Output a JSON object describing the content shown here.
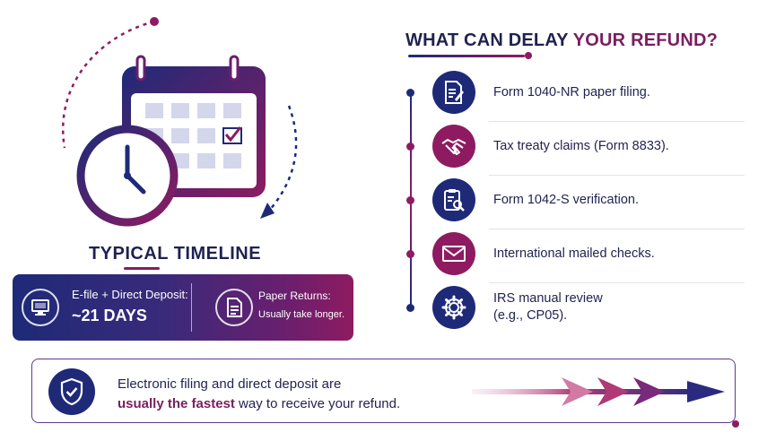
{
  "timeline": {
    "title_part1": "TYPIC",
    "title_part2": "AL TIMELINE",
    "efile_label": "E-file + Direct Deposit:",
    "efile_value": "~21 DAYS",
    "paper_label": "Paper Returns:",
    "paper_value": "Usually take longer."
  },
  "delay": {
    "title_part1": "WHAT CAN DELAY ",
    "title_part2": "YOUR REFUND?",
    "items": [
      {
        "label": "Form 1040-NR paper filing.",
        "icon": "document-pen-icon"
      },
      {
        "label": "Tax treaty claims (Form 8833).",
        "icon": "handshake-icon"
      },
      {
        "label": "Form 1042-S verification.",
        "icon": "clipboard-search-icon"
      },
      {
        "label": "International mailed checks.",
        "icon": "envelope-icon"
      },
      {
        "label_line1": "IRS manual review",
        "label_line2": "(e.g., CP05).",
        "icon": "gear-icon"
      }
    ]
  },
  "banner": {
    "line1": "Electronic filing and direct deposit are",
    "bold": "usually the fastest",
    "line2_rest": " way to receive your refund.",
    "icon": "shield-check-icon"
  },
  "colors": {
    "navy": "#1e2a78",
    "plum": "#8e1b61",
    "text": "#1f2250"
  }
}
